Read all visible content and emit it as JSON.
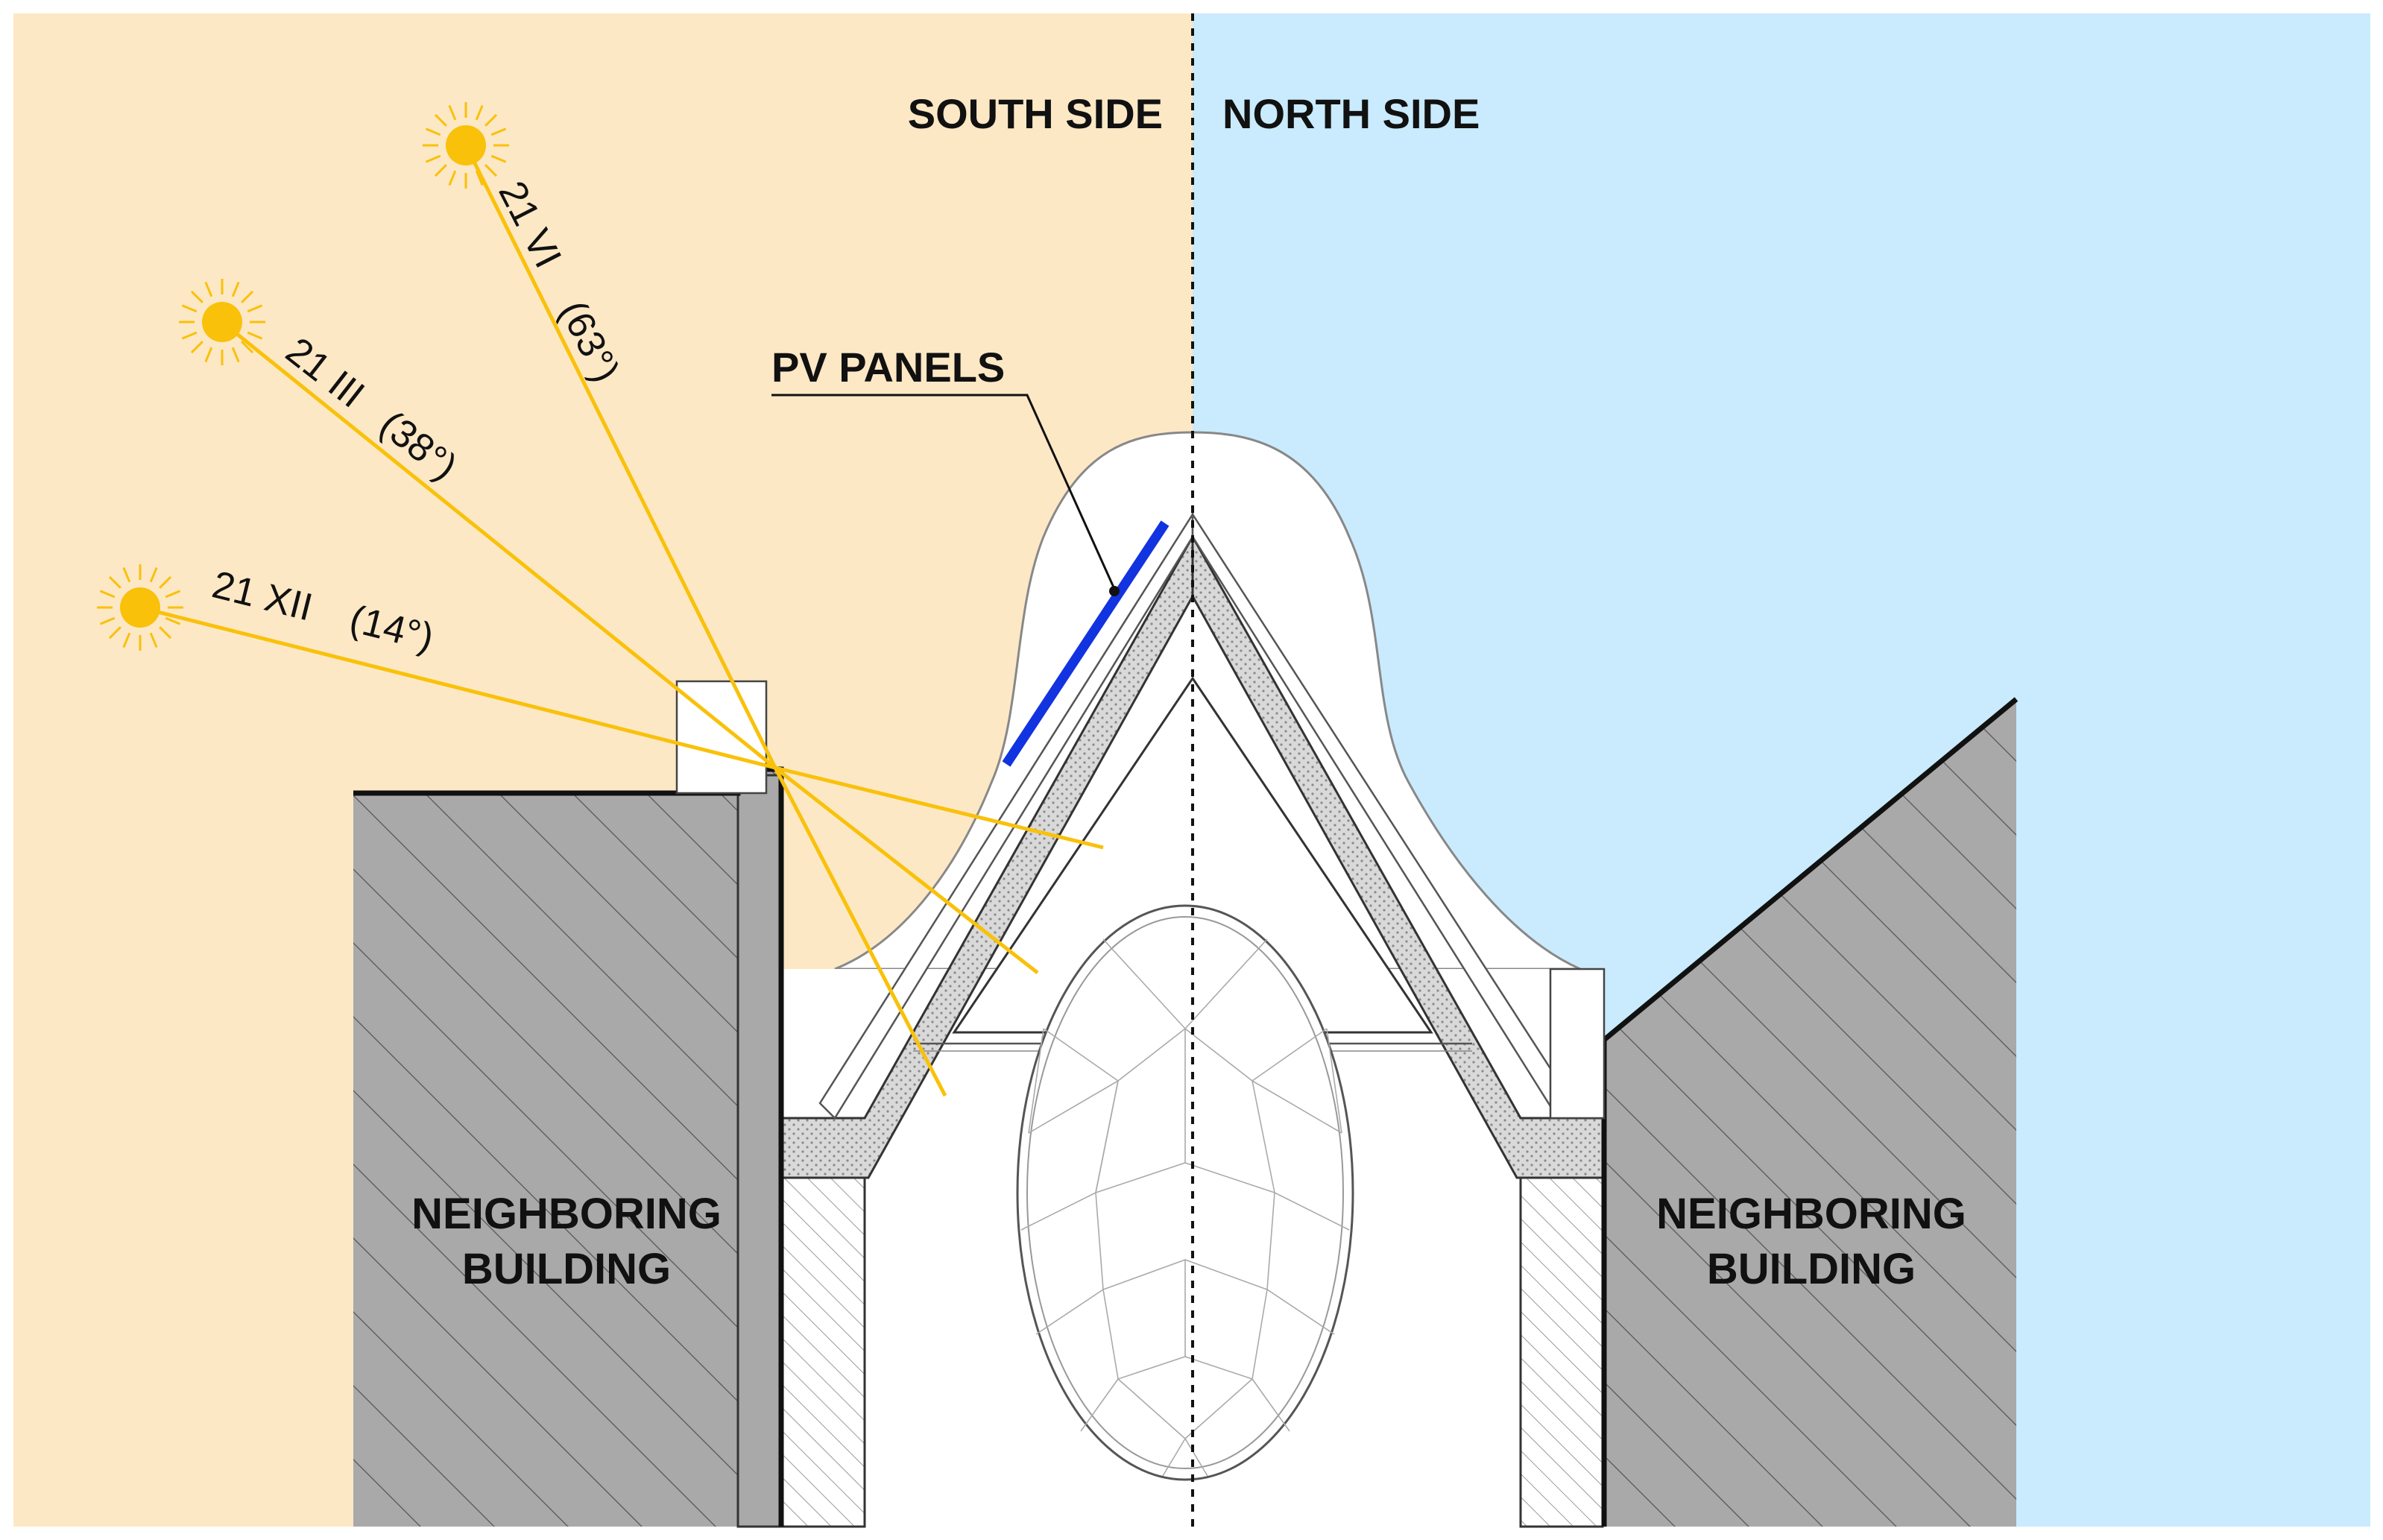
{
  "colors": {
    "south_bg": "#FDE8C6",
    "north_bg": "#C9EBFD",
    "sun": "#F9C10A",
    "sun_ray": "#F9C10A",
    "pv_panel": "#1133E0",
    "building_fill": "#A9A9A9",
    "insulation_fill": "#D8D8D8",
    "outline": "#111111",
    "thin_line": "#777777"
  },
  "labels": {
    "south_side": "SOUTH SIDE",
    "north_side": "NORTH SIDE",
    "pv_panels": "PV PANELS",
    "left_building_line1": "NEIGHBORING",
    "left_building_line2": "BUILDING",
    "right_building_line1": "NEIGHBORING",
    "right_building_line2": "BUILDING"
  },
  "sun_angles": [
    {
      "date": "21 VI",
      "angle": "(63°)",
      "degrees": 63
    },
    {
      "date": "21 III",
      "angle": "(38°)",
      "degrees": 38
    },
    {
      "date": "21 XII",
      "angle": "(14°)",
      "degrees": 14
    }
  ],
  "icons": {
    "sun": "sun-icon"
  }
}
